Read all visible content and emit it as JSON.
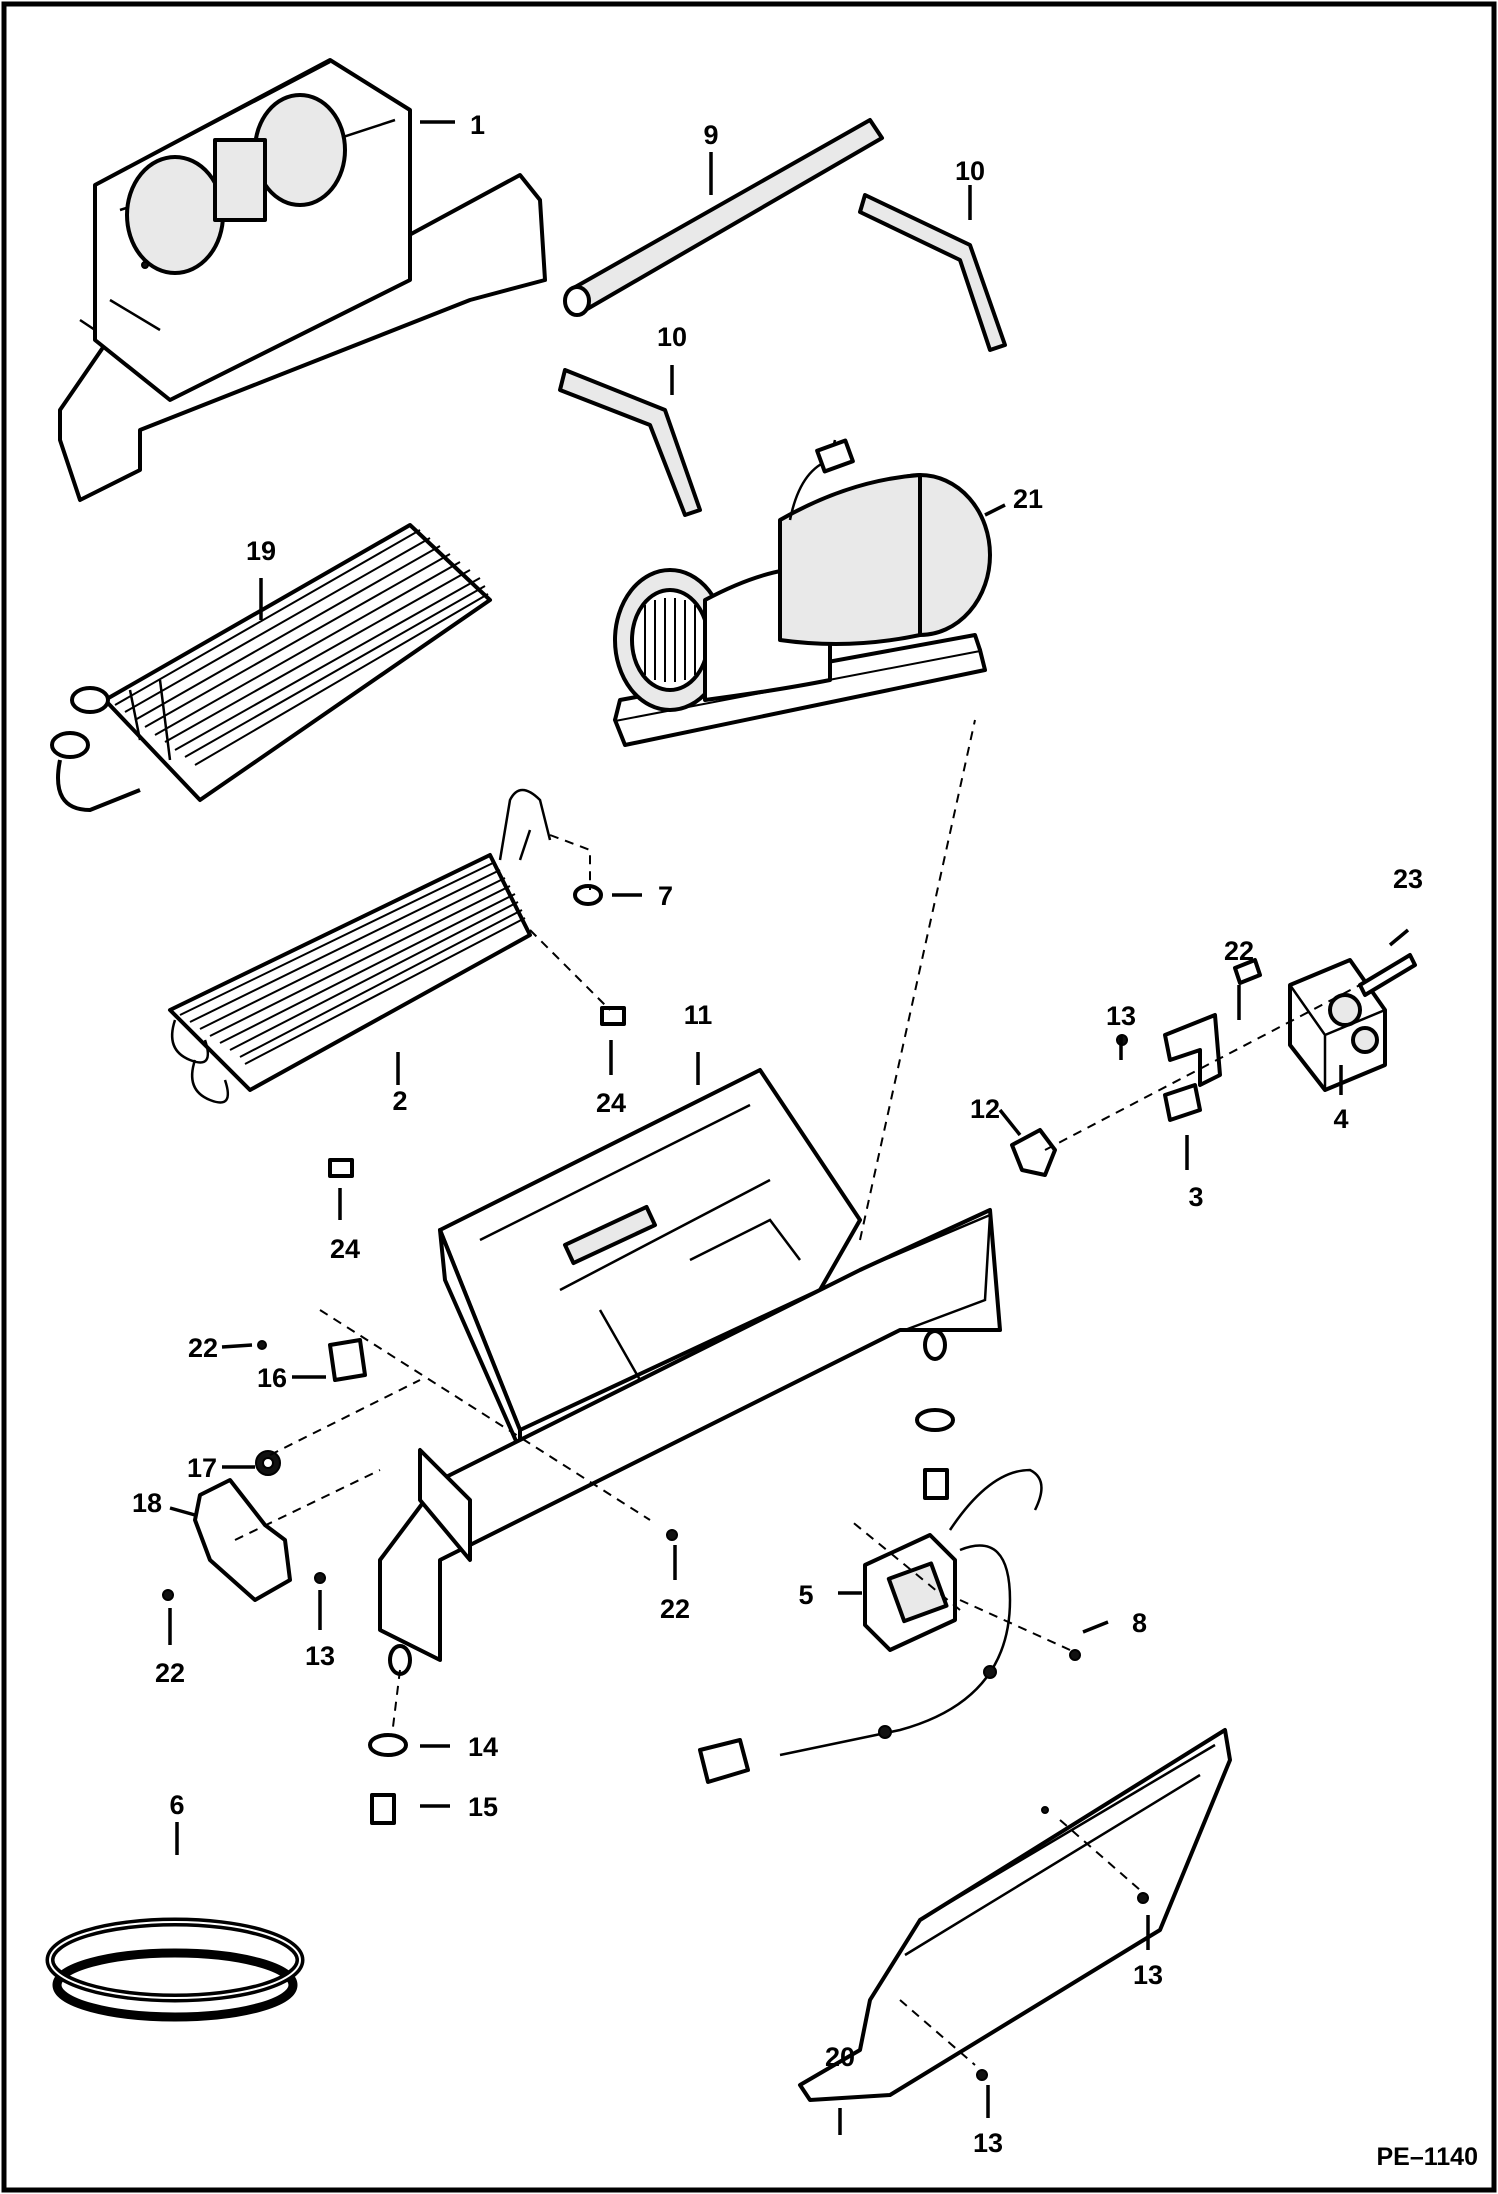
{
  "diagram_code": "PE–1140",
  "callouts": [
    {
      "id": "c1",
      "text": "1"
    },
    {
      "id": "c2",
      "text": "2"
    },
    {
      "id": "c3",
      "text": "3"
    },
    {
      "id": "c4",
      "text": "4"
    },
    {
      "id": "c5",
      "text": "5"
    },
    {
      "id": "c6",
      "text": "6"
    },
    {
      "id": "c7",
      "text": "7"
    },
    {
      "id": "c8",
      "text": "8"
    },
    {
      "id": "c9",
      "text": "9"
    },
    {
      "id": "c10a",
      "text": "10"
    },
    {
      "id": "c10b",
      "text": "10"
    },
    {
      "id": "c11",
      "text": "11"
    },
    {
      "id": "c12",
      "text": "12"
    },
    {
      "id": "c13a",
      "text": "13"
    },
    {
      "id": "c13b",
      "text": "13"
    },
    {
      "id": "c13c",
      "text": "13"
    },
    {
      "id": "c13d",
      "text": "13"
    },
    {
      "id": "c14",
      "text": "14"
    },
    {
      "id": "c15",
      "text": "15"
    },
    {
      "id": "c16",
      "text": "16"
    },
    {
      "id": "c17",
      "text": "17"
    },
    {
      "id": "c18",
      "text": "18"
    },
    {
      "id": "c19",
      "text": "19"
    },
    {
      "id": "c20",
      "text": "20"
    },
    {
      "id": "c21",
      "text": "21"
    },
    {
      "id": "c22a",
      "text": "22"
    },
    {
      "id": "c22b",
      "text": "22"
    },
    {
      "id": "c22c",
      "text": "22"
    },
    {
      "id": "c22d",
      "text": "22"
    },
    {
      "id": "c23",
      "text": "23"
    },
    {
      "id": "c24a",
      "text": "24"
    },
    {
      "id": "c24b",
      "text": "24"
    }
  ]
}
